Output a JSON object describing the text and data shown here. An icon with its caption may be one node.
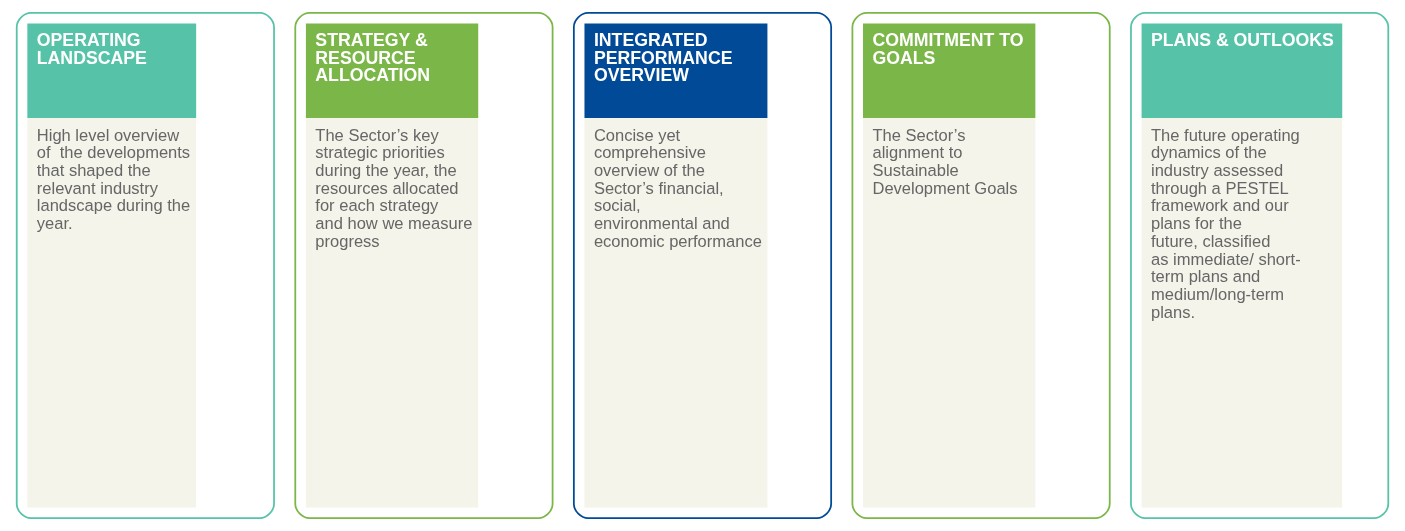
{
  "diagram": {
    "nodes": [
      {
        "text": [
          "OPERATING LANDSCAPE",
          "High level overview of  the developments that shaped the relevant industry landscape during the year."
        ]
      },
      {
        "text": [
          "STRATEGY & RESOURCE ALLOCATION",
          "The Sector’s key strategic priorities during the year, the resources allocated for each strategy and how we measure progress"
        ]
      },
      {
        "text": [
          "INTEGRATED PERFORMANCE OVERVIEW",
          "Concise yet comprehensive overview of the Sector’s financial, social, environmental and economic performance"
        ]
      },
      {
        "text": [
          "COMMITMENT TO GOALS",
          "The Sector’s alignment to Sustainable Development Goals"
        ]
      },
      {
        "text": [
          "PLANS & OUTLOOKS",
          "The future operating dynamics of the industry assessed through a PESTEL framework and our plans for the future, classified as immediate/ short-term plans and medium/long-term plans."
        ]
      }
    ],
    "edges": []
  }
}
